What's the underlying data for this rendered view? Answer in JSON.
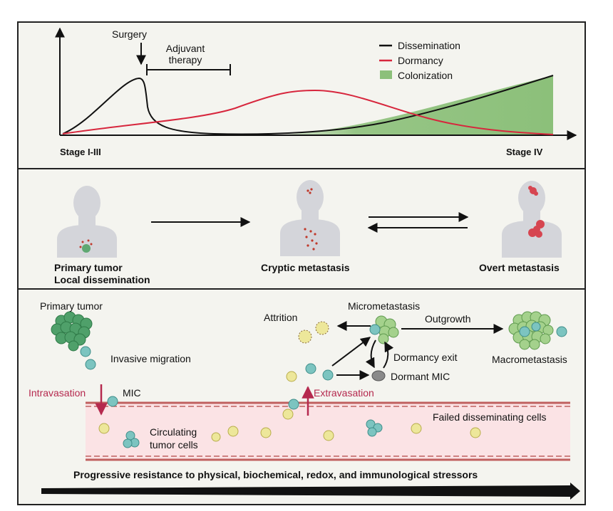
{
  "panel1": {
    "surgery": "Surgery",
    "adjuvant_line1": "Adjuvant",
    "adjuvant_line2": "therapy",
    "x_start": "Stage I-III",
    "x_end": "Stage IV",
    "legend": [
      {
        "label": "Dissemination",
        "color": "#111111"
      },
      {
        "label": "Dormancy",
        "color": "#d7263d"
      },
      {
        "label": "Colonization",
        "color": "#8cc07a"
      }
    ]
  },
  "panel2": {
    "primary_line1": "Primary tumor",
    "primary_line2": "Local dissemination",
    "cryptic": "Cryptic metastasis",
    "overt": "Overt metastasis"
  },
  "panel3": {
    "primary_tumor": "Primary tumor",
    "invasive_migration": "Invasive migration",
    "intravasation": "Intravasation",
    "mic": "MIC",
    "circulating_line1": "Circulating",
    "circulating_line2": "tumor cells",
    "extravasation": "Extravasation",
    "attrition": "Attrition",
    "micrometastasis": "Micrometastasis",
    "outgrowth": "Outgrowth",
    "macrometastasis": "Macrometastasis",
    "dormancy_exit": "Dormancy exit",
    "dormant_mic": "Dormant MIC",
    "failed_cells": "Failed disseminating cells",
    "bottom_caption": "Progressive resistance to physical, biochemical, redox, and immunological stressors"
  },
  "colors": {
    "accent_red": "#b5294e",
    "vessel_wall": "#c0605f",
    "cell_teal": "#7cc4c0",
    "cell_green": "#4fa06a",
    "cell_yellow": "#ede79a",
    "body_gray": "#d4d5da"
  }
}
